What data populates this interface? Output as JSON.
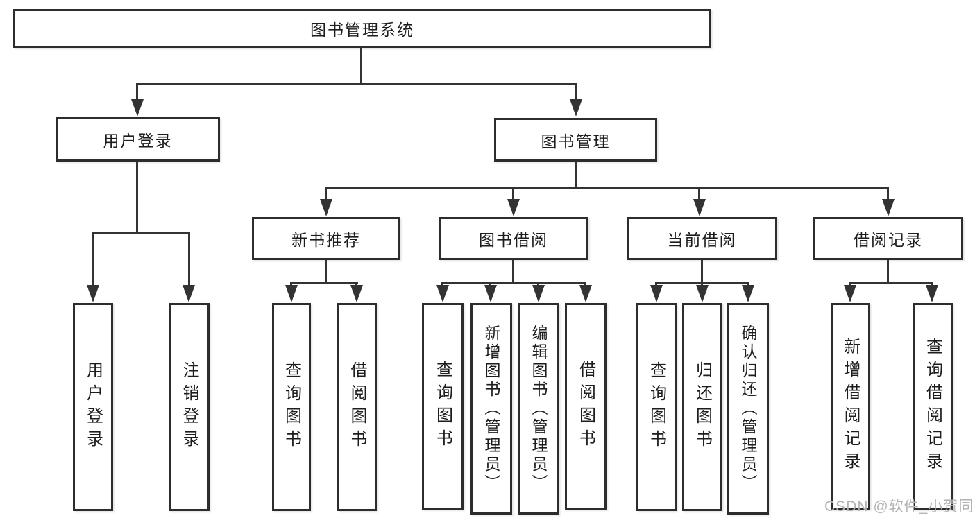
{
  "diagram": {
    "root": "图书管理系统",
    "branches": [
      {
        "label": "用户登录",
        "children": [
          "用户登录",
          "注销登录"
        ]
      },
      {
        "label": "图书管理",
        "children": [
          {
            "label": "新书推荐",
            "children": [
              "查询图书",
              "借阅图书"
            ]
          },
          {
            "label": "图书借阅",
            "children": [
              "查询图书",
              "新增图书（管理员）",
              "编辑图书（管理员）",
              "借阅图书"
            ]
          },
          {
            "label": "当前借阅",
            "children": [
              "查询图书",
              "归还图书",
              "确认归还（管理员）"
            ]
          },
          {
            "label": "借阅记录",
            "children": [
              "新增借阅记录",
              "查询借阅记录"
            ]
          }
        ]
      }
    ]
  },
  "watermark": "CSDN @软件_小贺同学",
  "colors": {
    "line": "#333333",
    "text": "#1d1d1d",
    "watermark": "#b3b3b3",
    "background": "#ffffff"
  }
}
